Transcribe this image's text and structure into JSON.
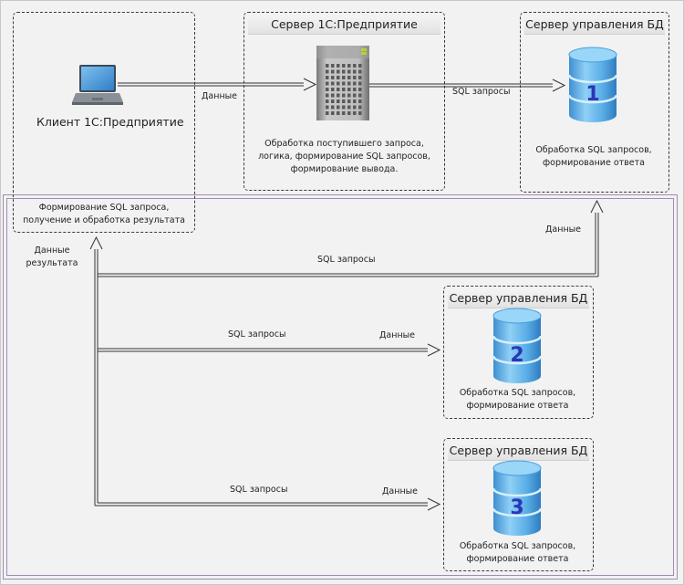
{
  "client": {
    "title": "Клиент 1С:Предприятие",
    "caption": [
      "Формирование SQL запроса,",
      "получение и обработка результата"
    ]
  },
  "app_server": {
    "title": "Сервер 1С:Предприятие",
    "caption": [
      "Обработка поступившего запроса,",
      "логика, формирование SQL запросов,",
      "формирование вывода."
    ]
  },
  "db_servers": [
    {
      "title": "Сервер управления БД",
      "number": "1",
      "caption": [
        "Обработка SQL запросов,",
        "формирование ответа"
      ]
    },
    {
      "title": "Сервер управления БД",
      "number": "2",
      "caption": [
        "Обработка SQL запросов,",
        "формирование ответа"
      ]
    },
    {
      "title": "Сервер управления БД",
      "number": "3",
      "caption": [
        "Обработка SQL запросов,",
        "формирование ответа"
      ]
    }
  ],
  "edges": {
    "client_to_app": "Данные",
    "app_to_db1": "SQL запросы",
    "result_data": [
      "Данные",
      "результата"
    ],
    "bus_to_db1_sql": "SQL запросы",
    "db1_data": "Данные",
    "bus_to_db2_sql": "SQL запросы",
    "db2_data": "Данные",
    "bus_to_db3_sql": "SQL запросы",
    "db3_data": "Данные"
  },
  "colors": {
    "background": "#f2f2f2",
    "frame": "#a08cb0",
    "db_blue": "#4a9fdc",
    "db_number": "#2a36b8"
  }
}
